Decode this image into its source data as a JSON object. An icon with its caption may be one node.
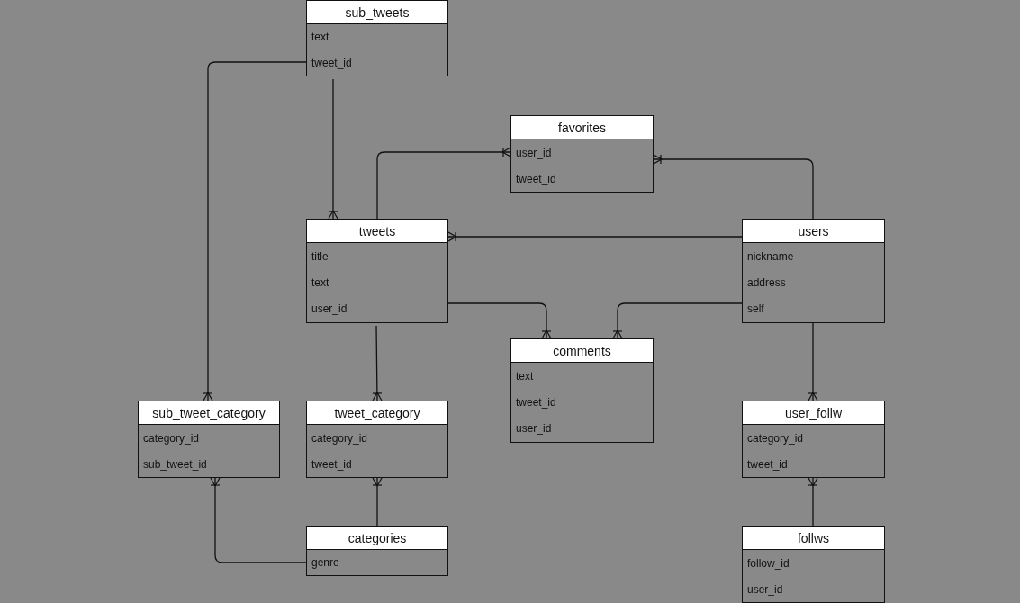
{
  "diagram": {
    "nodes": [
      {
        "text": [
          "sub_tweets",
          "text",
          "tweet_id"
        ]
      },
      {
        "text": [
          "favorites",
          "user_id",
          "tweet_id"
        ]
      },
      {
        "text": [
          "tweets",
          "title",
          "text",
          "user_id"
        ]
      },
      {
        "text": [
          "users",
          "nickname",
          "address",
          "self"
        ]
      },
      {
        "text": [
          "comments",
          "text",
          "tweet_id",
          "user_id"
        ]
      },
      {
        "text": [
          "sub_tweet_category",
          "category_id",
          "sub_tweet_id"
        ]
      },
      {
        "text": [
          "tweet_category",
          "category_id",
          "tweet_id"
        ]
      },
      {
        "text": [
          "user_follw",
          "category_id",
          "tweet_id"
        ]
      },
      {
        "text": [
          "categories",
          "genre"
        ]
      },
      {
        "text": [
          "follws",
          "follow_id",
          "user_id"
        ]
      }
    ],
    "edges": [
      {
        "from": 0,
        "to": 5,
        "arrow": "other"
      },
      {
        "from": 0,
        "to": 2,
        "arrow": "other"
      },
      {
        "from": 2,
        "to": 1,
        "arrow": "other"
      },
      {
        "from": 3,
        "to": 1,
        "arrow": "other"
      },
      {
        "from": 3,
        "to": 2,
        "arrow": "other"
      },
      {
        "from": 2,
        "to": 4,
        "arrow": "other"
      },
      {
        "from": 3,
        "to": 4,
        "arrow": "other"
      },
      {
        "from": 2,
        "to": 6,
        "arrow": "other"
      },
      {
        "from": 3,
        "to": 7,
        "arrow": "other"
      },
      {
        "from": 8,
        "to": 5,
        "arrow": "other"
      },
      {
        "from": 8,
        "to": 6,
        "arrow": "other"
      },
      {
        "from": 9,
        "to": 7,
        "arrow": "other"
      }
    ]
  }
}
